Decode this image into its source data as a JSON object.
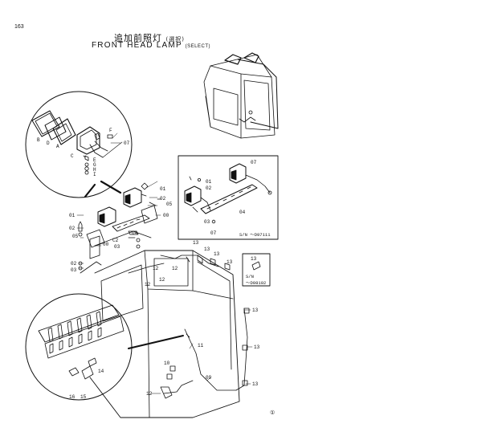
{
  "page": {
    "number": "163"
  },
  "title": {
    "japanese": "追加前照灯",
    "japanese_select": "(選択)",
    "english": "FRONT HEAD LAMP",
    "english_select": "(SELECT)"
  },
  "callouts": {
    "top_detail": {
      "F": "F",
      "A": "A",
      "B": "B",
      "C": "C",
      "D": "D",
      "E": "E",
      "G": "G",
      "H": "H",
      "I": "I",
      "ref07": "07"
    },
    "lamp_assembly": {
      "01a": "01",
      "02a": "02",
      "05a": "05",
      "00a": "00",
      "01b": "01",
      "02b": "02",
      "05b": "05",
      "00b": "00",
      "04": "04",
      "C2": "C2",
      "03a": "03",
      "02c": "02",
      "03b": "03"
    },
    "serial_box_1": {
      "07a": "07",
      "01": "01",
      "02": "02",
      "03": "03",
      "04": "04",
      "07b": "07",
      "sn": "S/N ～D97111"
    },
    "serial_box_2": {
      "13": "13",
      "sn1": "S/N",
      "sn2": "～D98102"
    },
    "harness": {
      "13a": "13",
      "13b": "13",
      "13c": "13",
      "13d": "13",
      "13e": "13",
      "13f": "13",
      "13g": "13",
      "12a": "12",
      "12b": "12",
      "12c": "12",
      "12d": "12",
      "11": "11",
      "10": "10",
      "09": "09",
      "12e": "12",
      "16": "16",
      "15": "15",
      "14": "14"
    },
    "corner_mark": "①"
  }
}
